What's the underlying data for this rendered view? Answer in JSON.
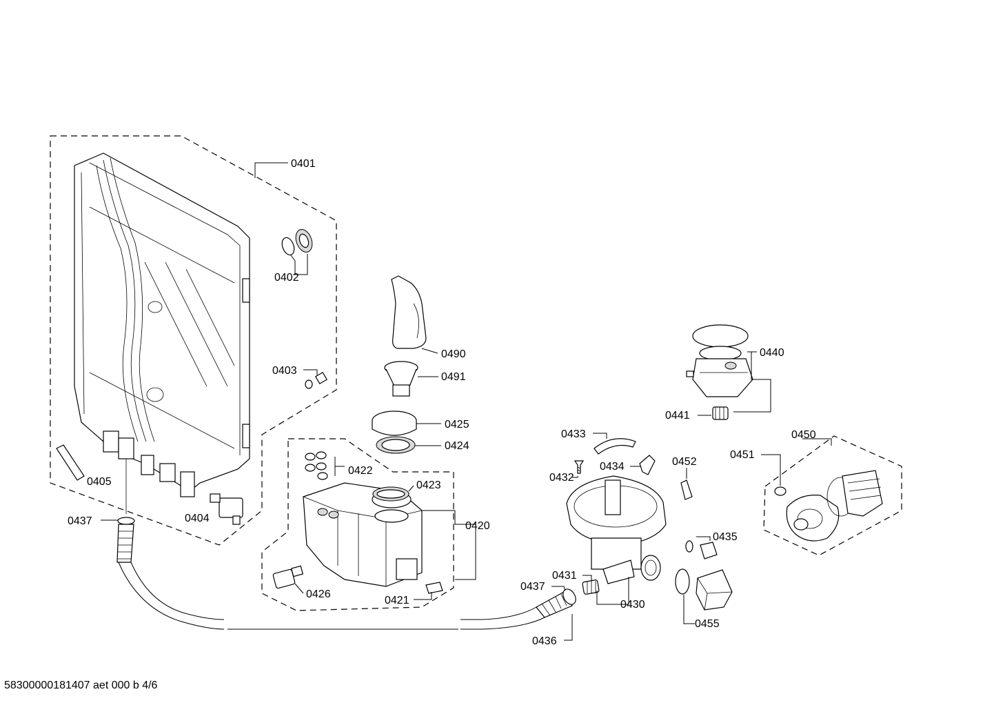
{
  "diagram": {
    "labels": {
      "p0401": "0401",
      "p0402": "0402",
      "p0403": "0403",
      "p0404": "0404",
      "p0405": "0405",
      "p0437a": "0437",
      "p0490": "0490",
      "p0491": "0491",
      "p0425": "0425",
      "p0424": "0424",
      "p0422": "0422",
      "p0423": "0423",
      "p0420": "0420",
      "p0426": "0426",
      "p0421": "0421",
      "p0433": "0433",
      "p0432": "0432",
      "p0434": "0434",
      "p0452": "0452",
      "p0431": "0431",
      "p0437b": "0437",
      "p0430": "0430",
      "p0436": "0436",
      "p0435": "0435",
      "p0455": "0455",
      "p0440": "0440",
      "p0441": "0441",
      "p0450": "0450",
      "p0451": "0451"
    },
    "footer": "58300000181407 aet 000 b 4/6"
  }
}
